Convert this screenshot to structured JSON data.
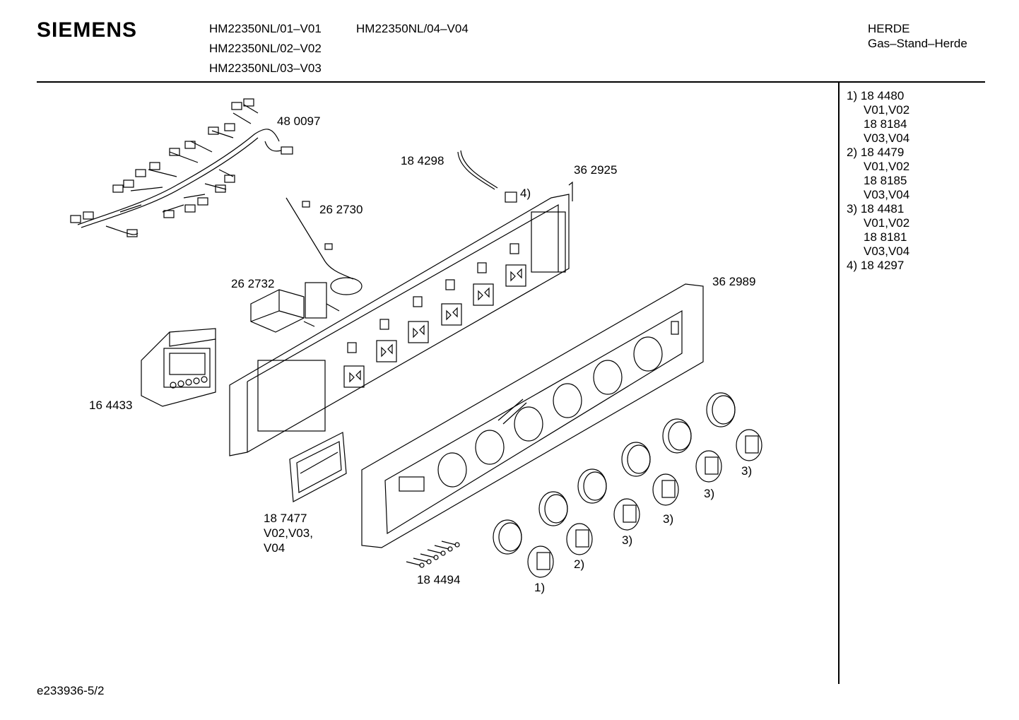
{
  "header": {
    "brand": "SIEMENS",
    "models": [
      "HM22350NL/01–V01",
      "HM22350NL/02–V02",
      "HM22350NL/03–V03",
      "HM22350NL/04–V04"
    ],
    "category": "HERDE",
    "subcategory": "Gas–Stand–Herde"
  },
  "parts": {
    "harness": "48 0097",
    "wire": "18 4298",
    "rear_panel": "36 2925",
    "probe": "26 2730",
    "switch": "26 2732",
    "display_module": "16 4433",
    "front_panel": "36 2989",
    "handle_frame": "18 7477",
    "handle_versions_1": "V02,V03,",
    "handle_versions_2": "V04",
    "screws": "18 4494",
    "ref_1": "1)",
    "ref_2": "2)",
    "ref_3a": "3)",
    "ref_3b": "3)",
    "ref_3c": "3)",
    "ref_3d": "3)",
    "ref_4": "4)"
  },
  "notes": [
    {
      "ref": "1)",
      "part": "18 4480"
    },
    {
      "ref": "",
      "part": "V01,V02"
    },
    {
      "ref": "",
      "part": "18 8184"
    },
    {
      "ref": "",
      "part": "V03,V04"
    },
    {
      "ref": "2)",
      "part": "18 4479"
    },
    {
      "ref": "",
      "part": "V01,V02"
    },
    {
      "ref": "",
      "part": "18 8185"
    },
    {
      "ref": "",
      "part": "V03,V04"
    },
    {
      "ref": "3)",
      "part": "18 4481"
    },
    {
      "ref": "",
      "part": "V01,V02"
    },
    {
      "ref": "",
      "part": "18 8181"
    },
    {
      "ref": "",
      "part": "V03,V04"
    },
    {
      "ref": "4)",
      "part": "18 4297"
    }
  ],
  "footer": {
    "drawing_id": "e233936-5/2"
  }
}
